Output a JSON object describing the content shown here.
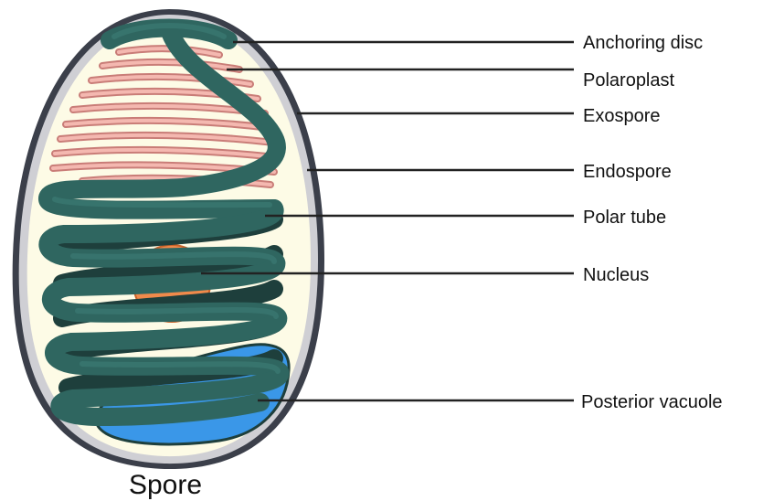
{
  "caption": "Spore",
  "labels": {
    "anchoring_disc": "Anchoring disc",
    "polaroplast": "Polaroplast",
    "exospore": "Exospore",
    "endospore": "Endospore",
    "polar_tube": "Polar tube",
    "nucleus": "Nucleus",
    "posterior_vacuole": "Posterior vacuole"
  },
  "colors": {
    "exospore": "#3b3f4a",
    "endospore": "#cfcfd4",
    "cytoplasm": "#fdfbe6",
    "polaroplast_fill": "#f4b8b0",
    "polaroplast_edge": "#c97d78",
    "polar_tube": "#2f6660",
    "polar_tube_dark": "#1e3f3c",
    "nucleus": "#f08a4b",
    "posterior_vacuole": "#3a97e8"
  }
}
